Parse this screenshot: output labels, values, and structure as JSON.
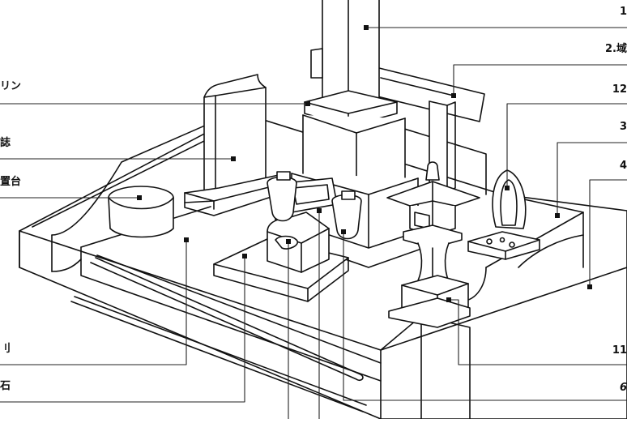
{
  "colors": {
    "line": "#111111",
    "fill": "#ffffff",
    "leader": "#222222"
  },
  "labels_left": {
    "l1": "リン",
    "l2": "誌",
    "l3": "置台",
    "l4": "刂",
    "l5": "石"
  },
  "labels_right": {
    "r1": "1",
    "r2": "2.域",
    "r3": "12",
    "r4": "3",
    "r5": "4",
    "r6": "11",
    "r7": "6"
  }
}
